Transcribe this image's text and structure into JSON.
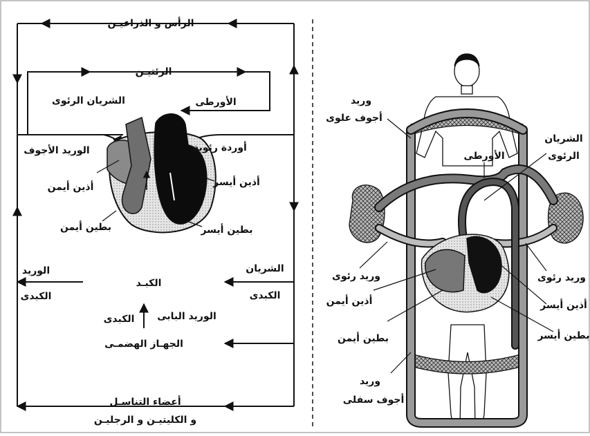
{
  "left_panel": {
    "labels": {
      "head_arms": "الرأس و الذراعيـن",
      "lungs": "الرئتيـن",
      "pulmonary_artery": "الشريان الرئوى",
      "aorta": "الأورطى",
      "vena_cava": "الوريد الأجوف",
      "pulmonary_veins": "أوردة رئوية",
      "right_atrium": "أذين أيمن",
      "left_atrium": "أذين أيسر",
      "right_ventricle": "بطين أيمن",
      "left_ventricle": "بطين أيسر",
      "hepatic_vein_1": "الوريد",
      "hepatic_vein_2": "الكبدى",
      "liver": "الكبـد",
      "hepatic_artery_1": "الشريان",
      "hepatic_artery_2": "الكبدى",
      "portal_vein_1": "الوريد البابى",
      "portal_vein_2": "الكبدى",
      "digestive": "الجهـاز الهضمـى",
      "lower_1": "أعضاء التناسـل",
      "lower_2": "و الكليتيـن و الرجليـن"
    }
  },
  "right_panel": {
    "labels": {
      "svc_1": "وريد",
      "svc_2": "أجوف علوى",
      "pa_1": "الشريان",
      "pa_2": "الرئوى",
      "aorta": "الأورطى",
      "pv_left": "وريد رئوى",
      "pv_right": "وريد رئوى",
      "right_atrium": "أذين أيمن",
      "left_atrium": "أذين أيسر",
      "right_ventricle": "بطين أيمن",
      "left_ventricle": "بطين أيسر",
      "ivc_1": "وريد",
      "ivc_2": "أجوف سفلى"
    }
  }
}
